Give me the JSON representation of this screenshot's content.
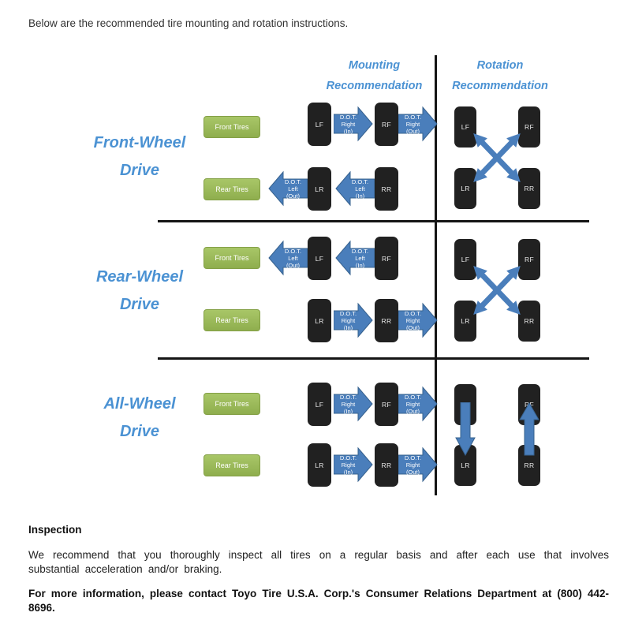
{
  "intro": "Below are the recommended tire mounting and rotation instructions.",
  "headers": {
    "mounting": "Mounting\nRecommendation",
    "rotation": "Rotation\nRecommendation"
  },
  "rows": {
    "front_wheel": "Front-Wheel\nDrive",
    "rear_wheel": "Rear-Wheel\nDrive",
    "all_wheel": "All-Wheel\nDrive"
  },
  "tire_groups": {
    "front": "Front Tires",
    "rear": "Rear Tires"
  },
  "tires": {
    "lf": "LF",
    "rf": "RF",
    "lr": "LR",
    "rr": "RR"
  },
  "arrows": {
    "right_in": "D.O.T.\nRight\n(In)",
    "right_out": "D.O.T.\nRight\n(Out)",
    "left_in": "D.O.T.\nLeft\n(In)",
    "left_out": "D.O.T.\nLeft\n(Out)"
  },
  "footer": {
    "inspection_title": "Inspection",
    "inspection_body": "We recommend that you thoroughly inspect all tires on a regular basis and after each use that involves substantial acceleration and/or braking.",
    "contact": "For more information, please contact Toyo Tire U.S.A. Corp.'s Consumer Relations Department at (800) 442-8696."
  },
  "colors": {
    "accent_blue": "#4b92d3",
    "arrow_blue": "#4a7ebb",
    "green": "#9bbb59",
    "tire_black": "#212121"
  }
}
